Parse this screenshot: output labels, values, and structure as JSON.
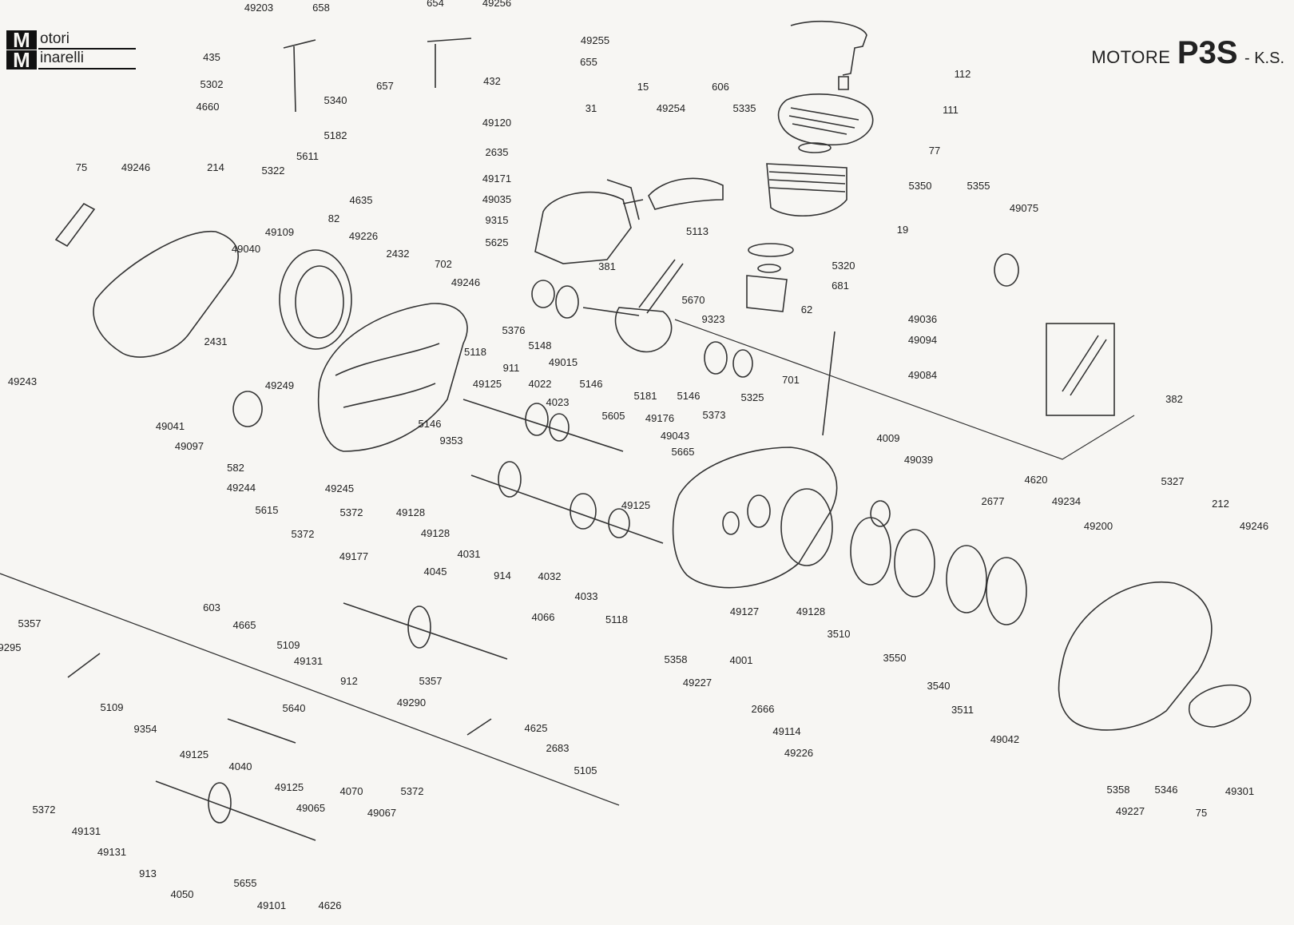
{
  "brand": {
    "logo_initial_1": "M",
    "logo_word_1": "otori",
    "logo_initial_2": "M",
    "logo_word_2": "inarelli"
  },
  "title": {
    "prefix": "MOTORE",
    "model": "P3S",
    "suffix": "- K.S."
  },
  "part_labels": [
    "49203",
    "658",
    "654",
    "49256",
    "49255",
    "655",
    "435",
    "5302",
    "5340",
    "657",
    "432",
    "4660",
    "49120",
    "5182",
    "2635",
    "5611",
    "5322",
    "49171",
    "4635",
    "49035",
    "9315",
    "5625",
    "75",
    "49246",
    "214",
    "49243",
    "49040",
    "49109",
    "82",
    "49226",
    "2432",
    "702",
    "49246",
    "2431",
    "49041",
    "49097",
    "582",
    "49244",
    "5615",
    "49245",
    "49249",
    "31",
    "15",
    "49254",
    "606",
    "5335",
    "112",
    "111",
    "77",
    "5350",
    "5355",
    "49075",
    "19",
    "5320",
    "681",
    "62",
    "5113",
    "5670",
    "9323",
    "381",
    "5376",
    "5148",
    "49015",
    "5146",
    "5373",
    "49036",
    "49094",
    "49084",
    "382",
    "5118",
    "49125",
    "911",
    "4022",
    "4023",
    "5146",
    "5181",
    "49176",
    "49043",
    "5665",
    "5605",
    "5325",
    "701",
    "5146",
    "9353",
    "5372",
    "49128",
    "49128",
    "49177",
    "4031",
    "914",
    "4032",
    "4033",
    "49125",
    "5118",
    "4009",
    "49039",
    "2677",
    "4620",
    "49234",
    "49200",
    "5327",
    "212",
    "49246",
    "603",
    "4665",
    "5372",
    "5109",
    "49131",
    "912",
    "4045",
    "4066",
    "5357",
    "49290",
    "4625",
    "2683",
    "5105",
    "5358",
    "49227",
    "4001",
    "49127",
    "49128",
    "3510",
    "3550",
    "3540",
    "3511",
    "49042",
    "2666",
    "49114",
    "49226",
    "5357",
    "9295",
    "5109",
    "9354",
    "5372",
    "49131",
    "49131",
    "913",
    "4050",
    "49125",
    "4040",
    "5640",
    "49125",
    "49065",
    "4070",
    "49067",
    "5372",
    "5655",
    "49101",
    "4626",
    "5358",
    "49227",
    "5346",
    "75",
    "49301"
  ]
}
